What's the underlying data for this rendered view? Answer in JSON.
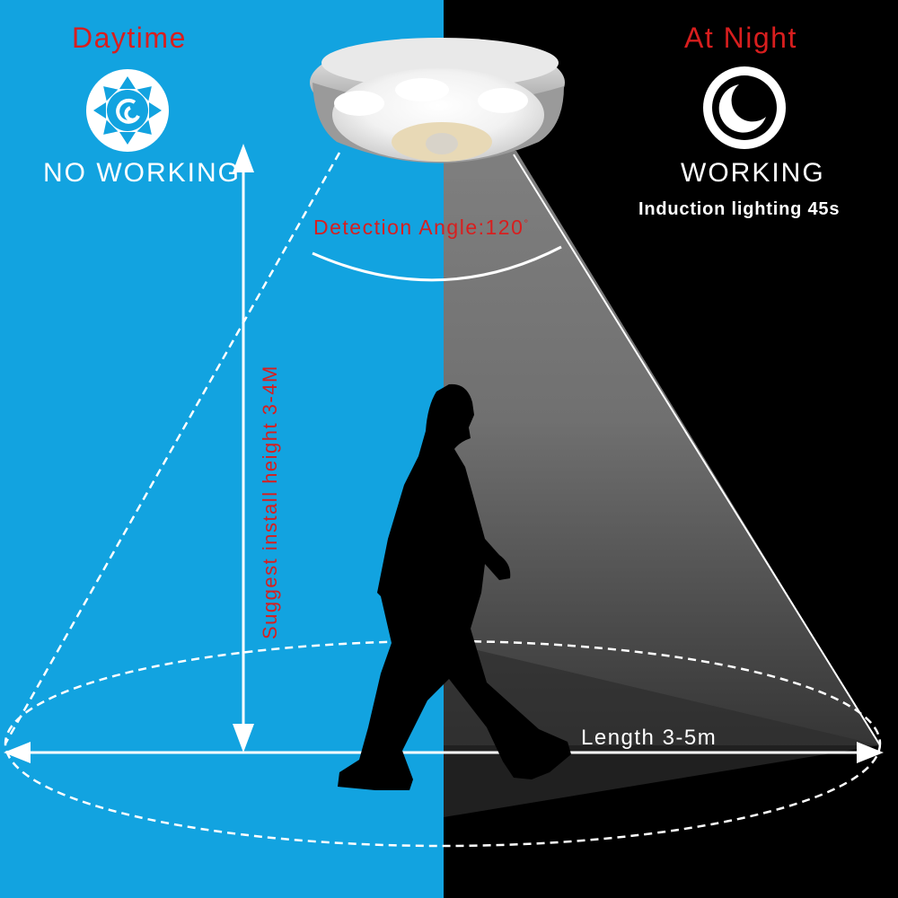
{
  "day": {
    "title": "Daytime",
    "status": "NO WORKING",
    "icon": "sun-icon"
  },
  "night": {
    "title": "At Night",
    "status": "WORKING",
    "subtitle": "Induction lighting 45s",
    "icon": "moon-icon"
  },
  "detection": {
    "label": "Detection Angle:120",
    "unit": "°"
  },
  "height": {
    "label": "Suggest install height 3-4M"
  },
  "length": {
    "label": "Length 3-5m"
  },
  "colors": {
    "day_bg": "#12a3e0",
    "night_bg": "#000000",
    "label_red": "#d81e1e",
    "text_white": "#ffffff"
  }
}
